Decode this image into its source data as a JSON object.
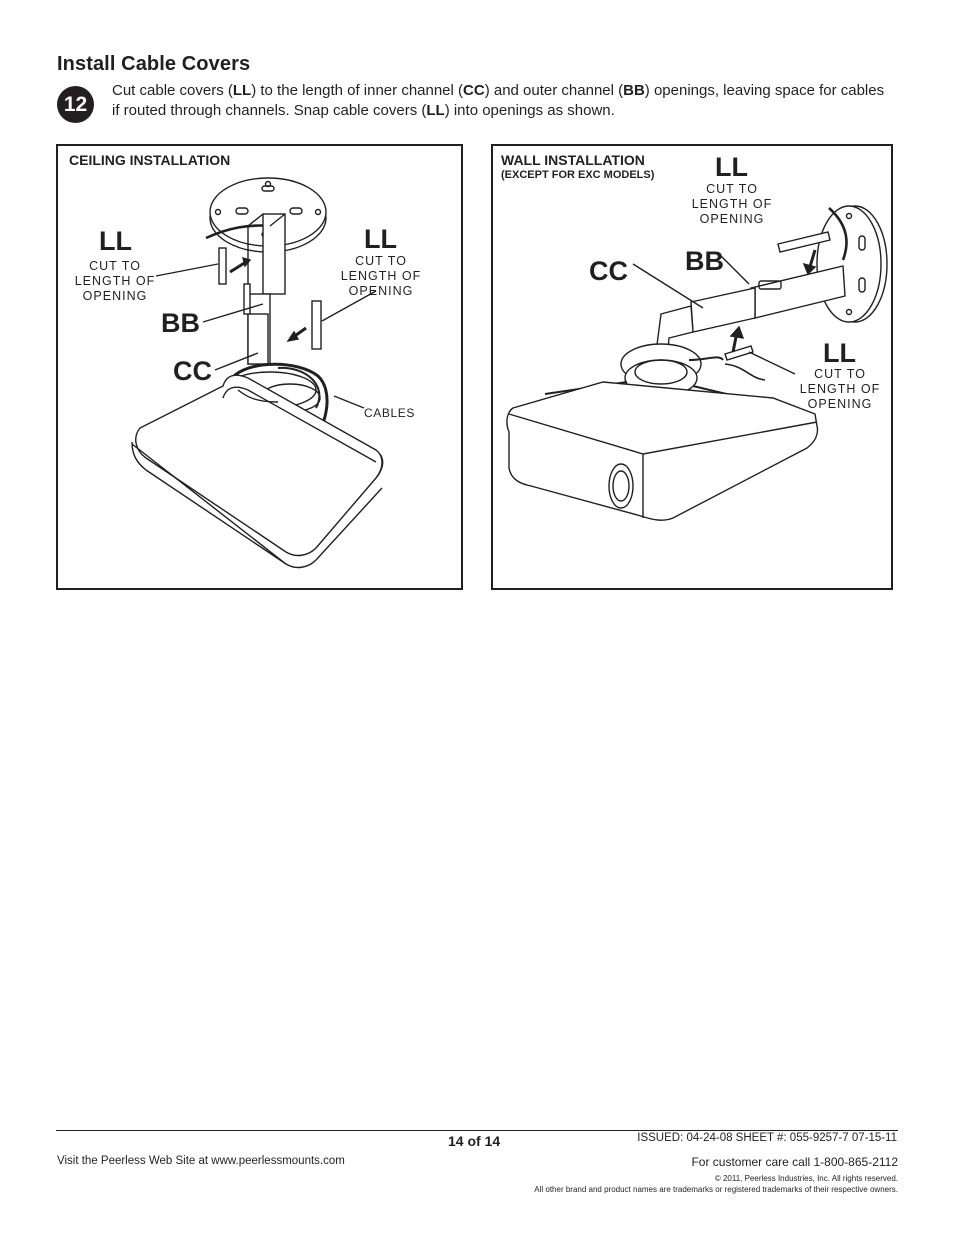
{
  "heading": {
    "title": "Install Cable Covers",
    "step_number": "12"
  },
  "instructions": {
    "p1": "Cut cable covers (",
    "ll": "LL",
    "p2": ") to the length of inner channel (",
    "cc": "CC",
    "p3": ") and outer channel (",
    "bb": "BB",
    "p4": ") openings, leaving space for cables if routed through channels. Snap cable covers (",
    "ll2": "LL",
    "p5": ") into openings as shown."
  },
  "ceiling_panel": {
    "title": "CEILING INSTALLATION",
    "label_ll_left": "LL",
    "note_left": [
      "CUT TO",
      "LENGTH OF",
      "OPENING"
    ],
    "label_ll_right": "LL",
    "note_right": [
      "CUT TO",
      "LENGTH OF",
      "OPENING"
    ],
    "label_bb": "BB",
    "label_cc": "CC",
    "cables_label": "CABLES"
  },
  "wall_panel": {
    "title": "WALL INSTALLATION",
    "subtitle": "(EXCEPT FOR EXC MODELS)",
    "label_ll_top": "LL",
    "note_top": [
      "CUT TO",
      "LENGTH OF",
      "OPENING"
    ],
    "label_cc": "CC",
    "label_bb": "BB",
    "label_ll_bottom": "LL",
    "note_bottom": [
      "CUT TO",
      "LENGTH OF",
      "OPENING"
    ]
  },
  "footer": {
    "page": "14 of 14",
    "issued": "ISSUED: 04-24-08  SHEET #: 055-9257-7  07-15-11",
    "website": "Visit the Peerless Web Site at www.peerlessmounts.com",
    "customer_care": "For customer care call 1-800-865-2112",
    "copyright": "© 2011, Peerless Industries, Inc. All rights reserved.",
    "trademarks": "All other brand and product names are trademarks or registered trademarks of their respective owners."
  }
}
